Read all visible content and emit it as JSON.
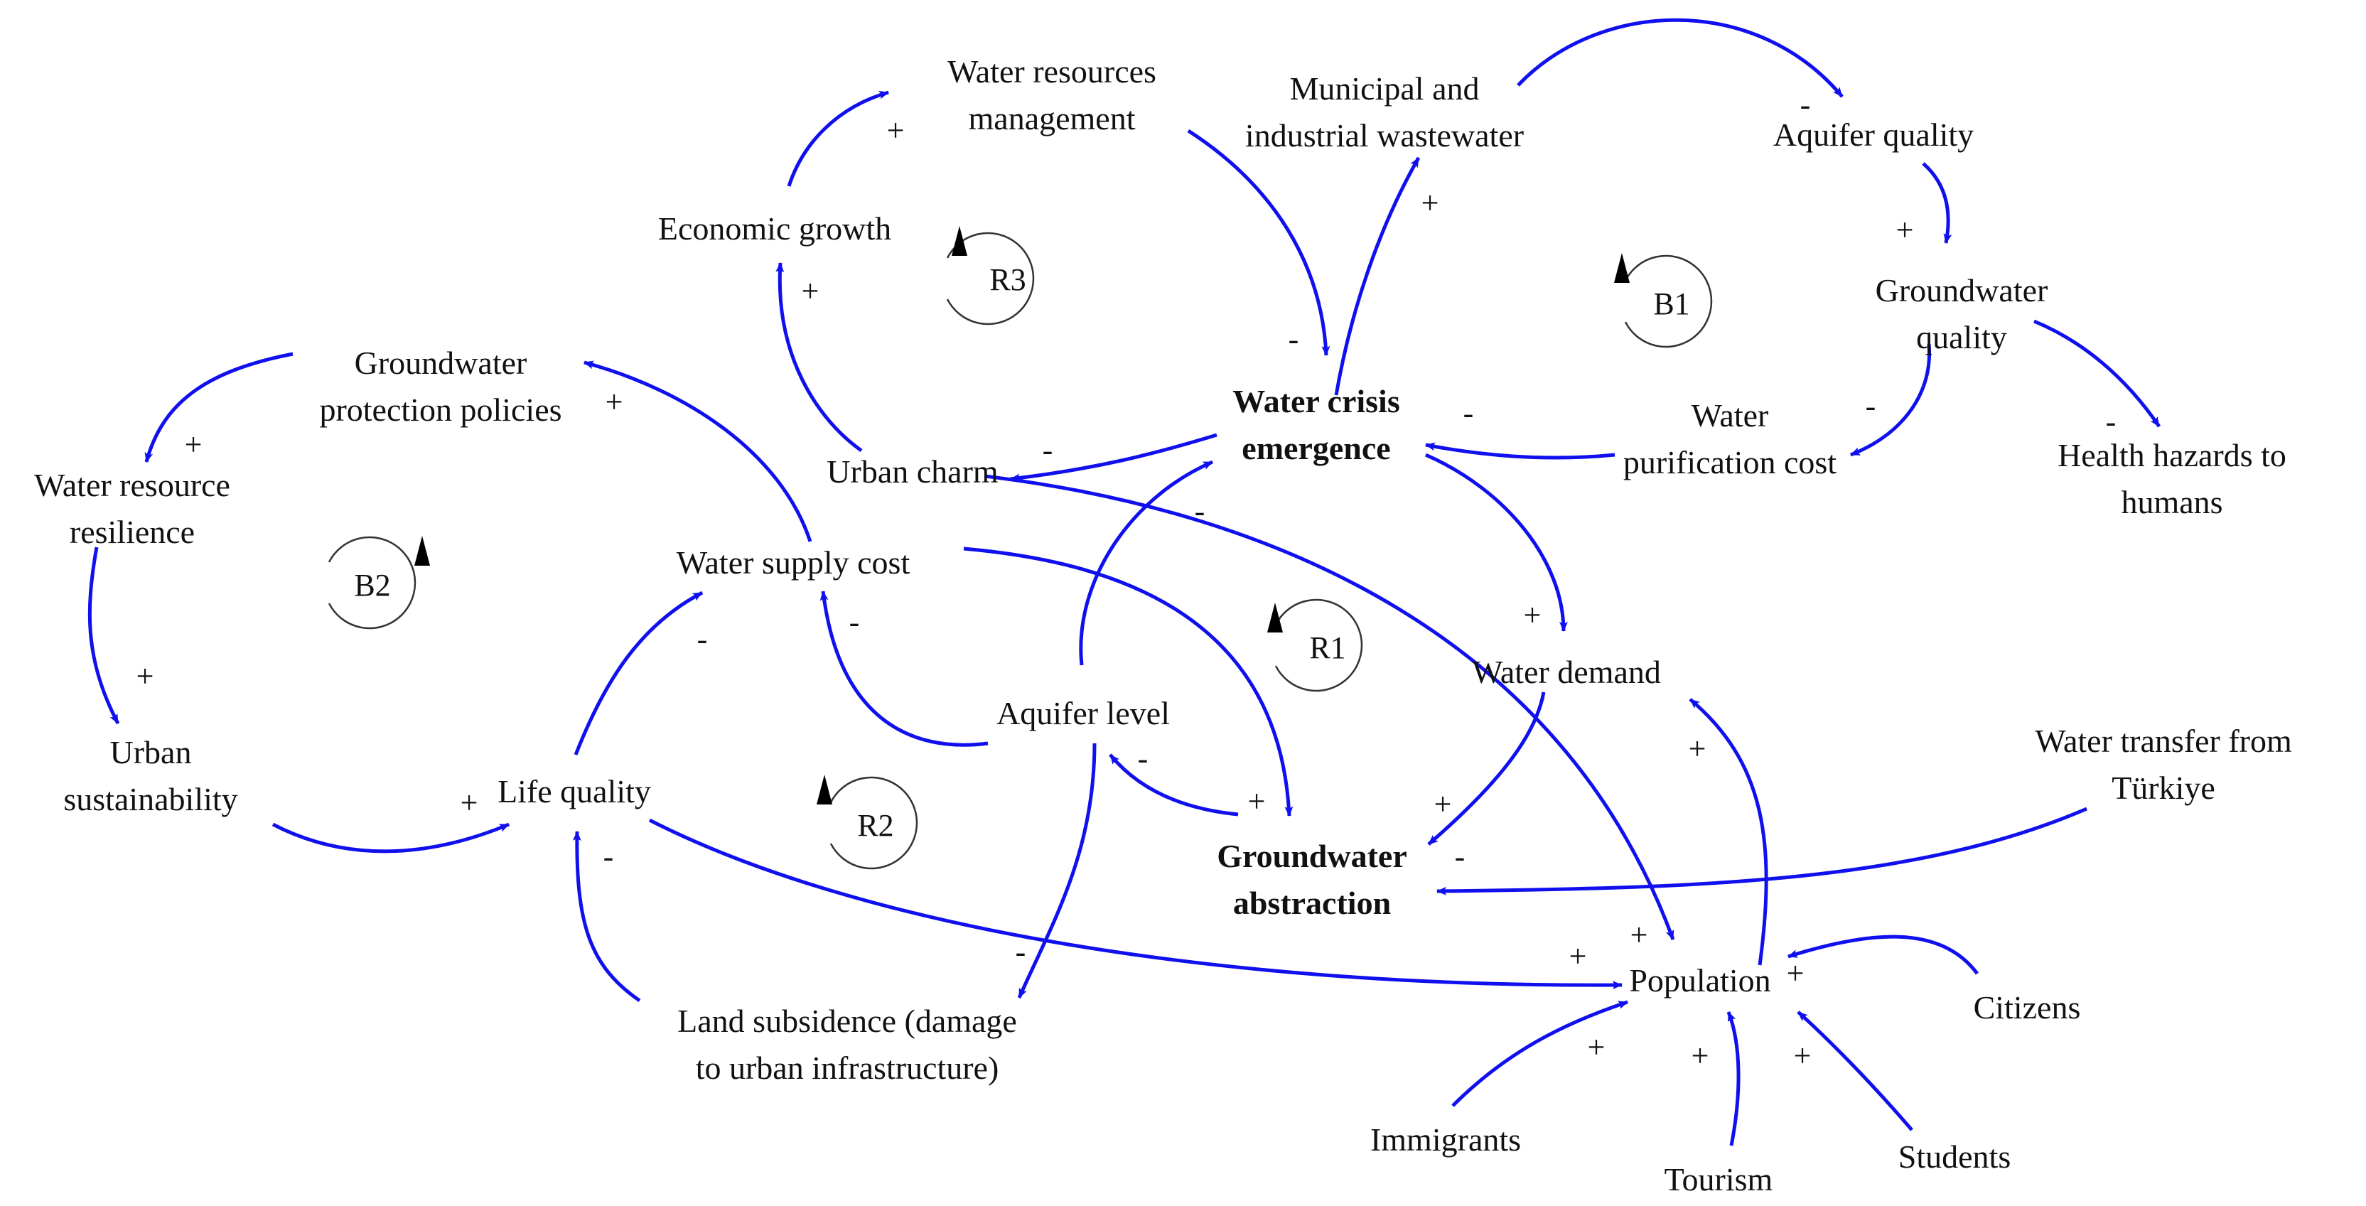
{
  "nodes": [
    {
      "id": "water-resources-management",
      "lines": [
        "Water resources",
        "management"
      ],
      "bold": false
    },
    {
      "id": "municipal-industrial-wastewater",
      "lines": [
        "Municipal and",
        "industrial wastewater"
      ],
      "bold": false
    },
    {
      "id": "aquifer-quality",
      "lines": [
        "Aquifer quality"
      ],
      "bold": false
    },
    {
      "id": "economic-growth",
      "lines": [
        "Economic growth"
      ],
      "bold": false
    },
    {
      "id": "groundwater-quality",
      "lines": [
        "Groundwater",
        "quality"
      ],
      "bold": false
    },
    {
      "id": "groundwater-protection-policies",
      "lines": [
        "Groundwater",
        "protection policies"
      ],
      "bold": false
    },
    {
      "id": "water-crisis-emergence",
      "lines": [
        "Water crisis",
        "emergence"
      ],
      "bold": true
    },
    {
      "id": "water-purification-cost",
      "lines": [
        "Water",
        "purification cost"
      ],
      "bold": false
    },
    {
      "id": "health-hazards-to-humans",
      "lines": [
        "Health hazards to",
        "humans"
      ],
      "bold": false
    },
    {
      "id": "water-resource-resilience",
      "lines": [
        "Water resource",
        "resilience"
      ],
      "bold": false
    },
    {
      "id": "urban-charm",
      "lines": [
        "Urban charm"
      ],
      "bold": false
    },
    {
      "id": "water-supply-cost",
      "lines": [
        "Water supply cost"
      ],
      "bold": false
    },
    {
      "id": "water-demand",
      "lines": [
        "Water demand"
      ],
      "bold": false
    },
    {
      "id": "aquifer-level",
      "lines": [
        "Aquifer level"
      ],
      "bold": false
    },
    {
      "id": "water-transfer-from-turkiye",
      "lines": [
        "Water transfer from",
        "Türkiye"
      ],
      "bold": false
    },
    {
      "id": "urban-sustainability",
      "lines": [
        "Urban",
        "sustainability"
      ],
      "bold": false
    },
    {
      "id": "life-quality",
      "lines": [
        "Life quality"
      ],
      "bold": false
    },
    {
      "id": "groundwater-abstraction",
      "lines": [
        "Groundwater",
        "abstraction"
      ],
      "bold": true
    },
    {
      "id": "population",
      "lines": [
        "Population"
      ],
      "bold": false
    },
    {
      "id": "citizens",
      "lines": [
        "Citizens"
      ],
      "bold": false
    },
    {
      "id": "land-subsidence",
      "lines": [
        "Land subsidence (damage",
        "to urban infrastructure)"
      ],
      "bold": false
    },
    {
      "id": "immigrants",
      "lines": [
        "Immigrants"
      ],
      "bold": false
    },
    {
      "id": "students",
      "lines": [
        "Students"
      ],
      "bold": false
    },
    {
      "id": "tourism",
      "lines": [
        "Tourism"
      ],
      "bold": false
    }
  ],
  "edges": [
    {
      "from": "economic-growth",
      "to": "water-resources-management",
      "polarity": "+"
    },
    {
      "from": "water-resources-management",
      "to": "water-crisis-emergence",
      "polarity": "-"
    },
    {
      "from": "water-crisis-emergence",
      "to": "municipal-industrial-wastewater",
      "polarity": "+"
    },
    {
      "from": "municipal-industrial-wastewater",
      "to": "aquifer-quality",
      "polarity": "-"
    },
    {
      "from": "aquifer-quality",
      "to": "groundwater-quality",
      "polarity": "+"
    },
    {
      "from": "groundwater-quality",
      "to": "water-purification-cost",
      "polarity": "-"
    },
    {
      "from": "groundwater-quality",
      "to": "health-hazards-to-humans",
      "polarity": "-"
    },
    {
      "from": "water-purification-cost",
      "to": "water-crisis-emergence",
      "polarity": "-"
    },
    {
      "from": "urban-charm",
      "to": "economic-growth",
      "polarity": "+"
    },
    {
      "from": "water-crisis-emergence",
      "to": "urban-charm",
      "polarity": "-"
    },
    {
      "from": "water-crisis-emergence",
      "to": "water-demand",
      "polarity": "+"
    },
    {
      "from": "aquifer-level",
      "to": "water-crisis-emergence",
      "polarity": "-"
    },
    {
      "from": "water-supply-cost",
      "to": "groundwater-protection-policies",
      "polarity": "+"
    },
    {
      "from": "groundwater-protection-policies",
      "to": "water-resource-resilience",
      "polarity": "+"
    },
    {
      "from": "water-resource-resilience",
      "to": "urban-sustainability",
      "polarity": "+"
    },
    {
      "from": "urban-sustainability",
      "to": "life-quality",
      "polarity": "+"
    },
    {
      "from": "life-quality",
      "to": "water-supply-cost",
      "polarity": "-"
    },
    {
      "from": "aquifer-level",
      "to": "water-supply-cost",
      "polarity": "-"
    },
    {
      "from": "water-supply-cost",
      "to": "groundwater-abstraction",
      "polarity": "+"
    },
    {
      "from": "water-demand",
      "to": "groundwater-abstraction",
      "polarity": "+"
    },
    {
      "from": "groundwater-abstraction",
      "to": "aquifer-level",
      "polarity": "-"
    },
    {
      "from": "aquifer-level",
      "to": "land-subsidence",
      "polarity": "-"
    },
    {
      "from": "land-subsidence",
      "to": "life-quality",
      "polarity": "-"
    },
    {
      "from": "life-quality",
      "to": "population",
      "polarity": "+"
    },
    {
      "from": "urban-charm",
      "to": "population",
      "polarity": "+"
    },
    {
      "from": "population",
      "to": "water-demand",
      "polarity": "+"
    },
    {
      "from": "water-transfer-from-turkiye",
      "to": "groundwater-abstraction",
      "polarity": "-"
    },
    {
      "from": "citizens",
      "to": "population",
      "polarity": "+"
    },
    {
      "from": "immigrants",
      "to": "population",
      "polarity": "+"
    },
    {
      "from": "tourism",
      "to": "population",
      "polarity": "+"
    },
    {
      "from": "students",
      "to": "population",
      "polarity": "+"
    }
  ],
  "loops": [
    {
      "id": "R3",
      "label": "R3"
    },
    {
      "id": "B1",
      "label": "B1"
    },
    {
      "id": "B2",
      "label": "B2"
    },
    {
      "id": "R1",
      "label": "R1"
    },
    {
      "id": "R2",
      "label": "R2"
    }
  ],
  "colors": {
    "arrow": "#1010ee",
    "text": "#111111",
    "loop": "#333333"
  }
}
